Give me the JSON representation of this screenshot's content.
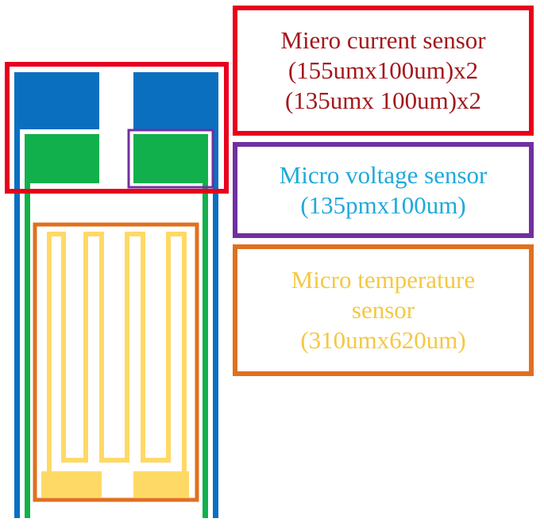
{
  "colors": {
    "current": "#e8001c",
    "current_text": "#a3181c",
    "voltage": "#7030a0",
    "voltage_text": "#1fa9dd",
    "temperature": "#e07020",
    "temperature_text": "#f5c842",
    "blue_pad": "#0b6fc0",
    "green_pad": "#12b04c",
    "yellow_trace": "#ffd966"
  },
  "labels": {
    "current_sensor": {
      "line1": "Miero current sensor",
      "line2": "(155umx100um)x2",
      "line3": "(135umx 100um)x2"
    },
    "voltage_sensor": {
      "line1": "Micro voltage sensor",
      "line2": "(135pmx100um)"
    },
    "temperature_sensor": {
      "line1": "Micro temperature",
      "line2": "sensor",
      "line3": "(310umx620um)"
    }
  }
}
